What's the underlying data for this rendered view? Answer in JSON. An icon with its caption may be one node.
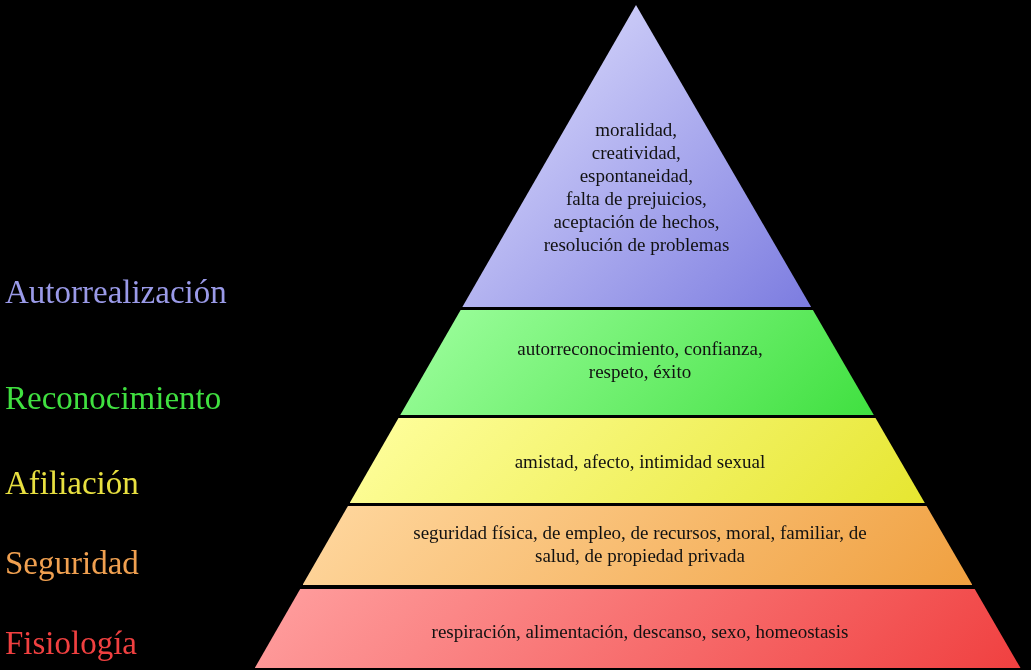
{
  "diagram": {
    "nodes": [
      {
        "text": [
          "moralidad, creatividad, espontaneidad, falta de prejuicios, aceptación de hechos, resolución de problemas"
        ]
      },
      {
        "text": [
          "autorreconocimiento, confianza, respeto, éxito"
        ]
      },
      {
        "text": [
          "amistad, afecto, intimidad sexual"
        ]
      },
      {
        "text": [
          "seguridad física, de empleo, de recursos, moral, familiar, de salud, de propiedad privada"
        ]
      },
      {
        "text": [
          "respiración, alimentación, descanso, sexo, homeostasis"
        ]
      }
    ],
    "labels": [
      "Autorrealización",
      "Reconocimiento",
      "Afiliación",
      "Seguridad",
      "Fisiología"
    ]
  }
}
